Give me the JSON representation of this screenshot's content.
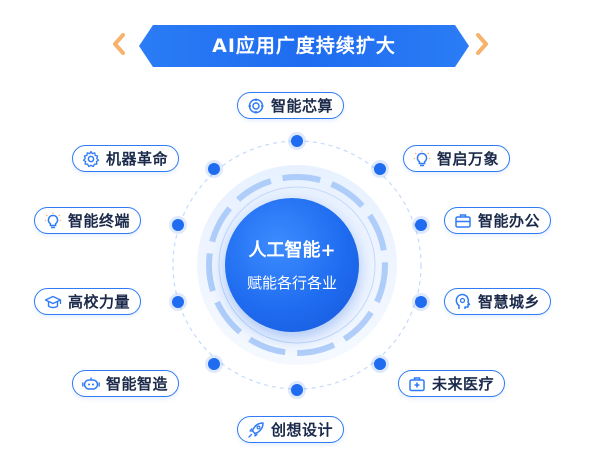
{
  "title": "AI应用广度持续扩大",
  "center": {
    "title": "人工智能+",
    "subtitle": "赋能各行各业"
  },
  "nodes": [
    {
      "label": "智能芯算",
      "icon": "chip-brain-icon"
    },
    {
      "label": "智启万象",
      "icon": "lightbulb-icon"
    },
    {
      "label": "智能办公",
      "icon": "briefcase-icon"
    },
    {
      "label": "智慧城乡",
      "icon": "head-profile-icon"
    },
    {
      "label": "未来医疗",
      "icon": "medical-kit-icon"
    },
    {
      "label": "创想设计",
      "icon": "rocket-icon"
    },
    {
      "label": "智能智造",
      "icon": "robot-icon"
    },
    {
      "label": "高校力量",
      "icon": "graduation-cap-icon"
    },
    {
      "label": "智能终端",
      "icon": "lightbulb-icon"
    },
    {
      "label": "机器革命",
      "icon": "gear-icon"
    }
  ],
  "colors": {
    "primary": "#1f6cf0",
    "accent": "#f6b46b",
    "ring": "#9fc3f7",
    "text": "#1b2a4a"
  }
}
